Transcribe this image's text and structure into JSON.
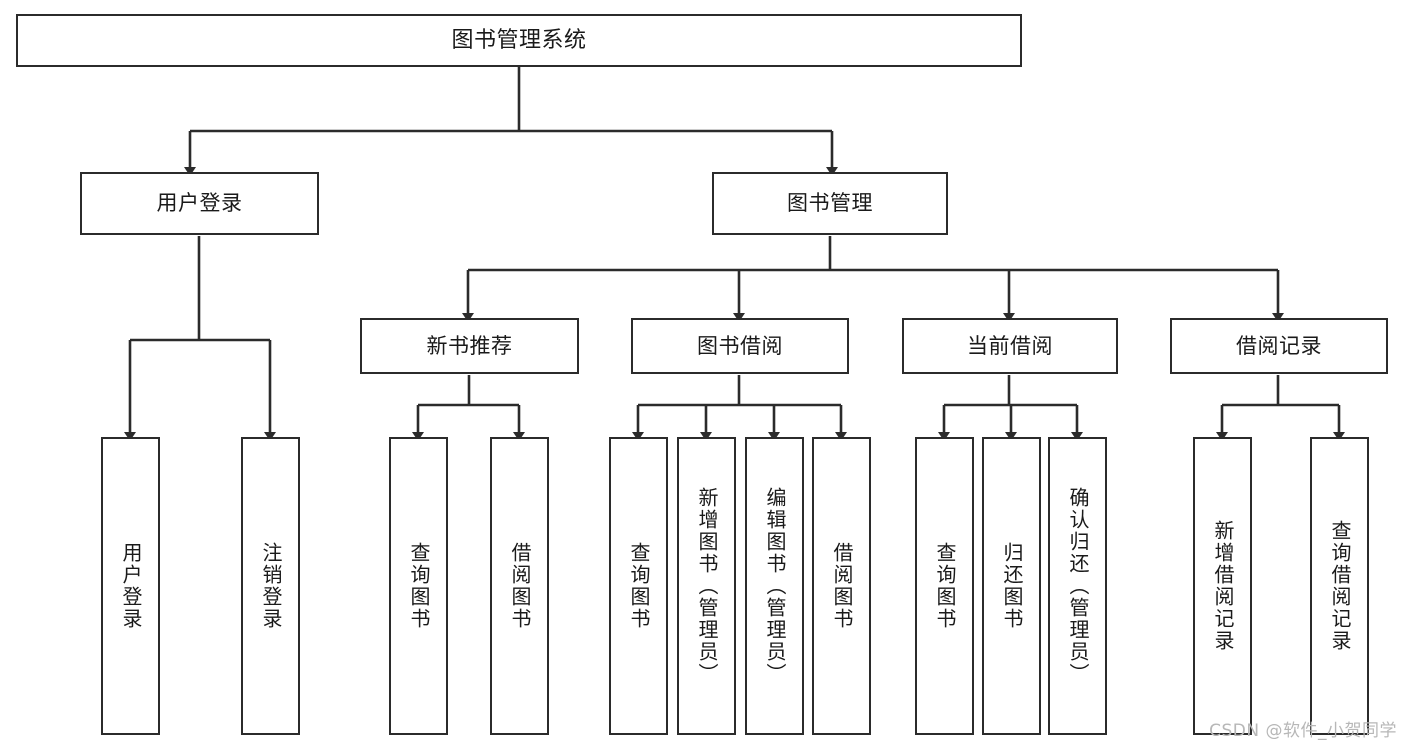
{
  "diagram": {
    "title": "图书管理系统",
    "watermark": "CSDN @软件_小贺同学",
    "colors": {
      "border": "#2b2b2b",
      "background": "#ffffff",
      "text": "#1a1a1a",
      "watermark": "#b7b7b7"
    },
    "nodes": {
      "root": {
        "label": "图书管理系统"
      },
      "level1": [
        {
          "label": "用户登录"
        },
        {
          "label": "图书管理"
        }
      ],
      "level2": [
        {
          "label": "新书推荐"
        },
        {
          "label": "图书借阅"
        },
        {
          "label": "当前借阅"
        },
        {
          "label": "借阅记录"
        }
      ],
      "leaves": {
        "user_login": [
          {
            "label": "用户登录"
          },
          {
            "label": "注销登录"
          }
        ],
        "new_book_recommend": [
          {
            "label": "查询图书"
          },
          {
            "label": "借阅图书"
          }
        ],
        "book_borrow": [
          {
            "label": "查询图书"
          },
          {
            "label": "新增图书（管理员）"
          },
          {
            "label": "编辑图书（管理员）"
          },
          {
            "label": "借阅图书"
          }
        ],
        "current_borrow": [
          {
            "label": "查询图书"
          },
          {
            "label": "归还图书"
          },
          {
            "label": "确认归还（管理员）"
          }
        ],
        "borrow_records": [
          {
            "label": "新增借阅记录"
          },
          {
            "label": "查询借阅记录"
          }
        ]
      }
    }
  }
}
